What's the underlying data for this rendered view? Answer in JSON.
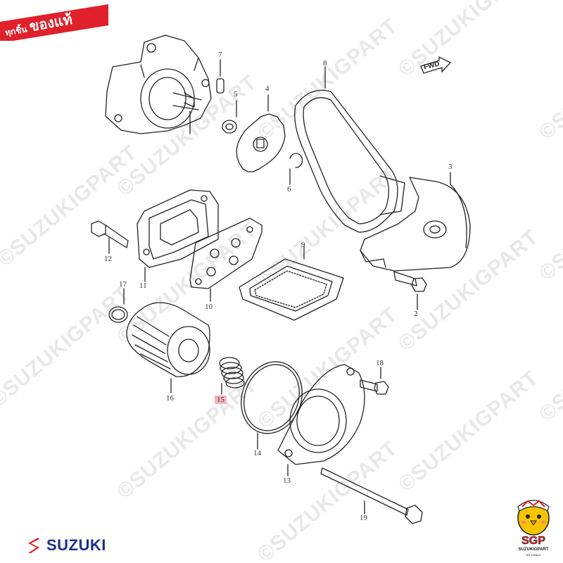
{
  "banner": {
    "small_text": "ทุกชิ้น",
    "big_text": "ของแท้",
    "color": "#e0202a"
  },
  "watermark": "©SUZUKIGPART",
  "fwd_label": "FWD",
  "brand": {
    "name": "SUZUKI",
    "color": "#1c2f8c",
    "logo_color": "#e0202a"
  },
  "mascot": {
    "name": "SGP",
    "subtitle": "SUZUKIGPART",
    "tag": "BY CHAIJI"
  },
  "parts": {
    "p2": "2",
    "p3": "3",
    "p4": "4",
    "p5": "5",
    "p6": "6",
    "p7": "7",
    "p8": "8",
    "p9": "9",
    "p10": "10",
    "p11": "11",
    "p12": "12",
    "p13": "13",
    "p14": "14",
    "p15": "15",
    "p16": "16",
    "p17": "17",
    "p18": "18",
    "p19": "19"
  },
  "highlight": {
    "part": "15",
    "color": "#f6b3bd"
  }
}
